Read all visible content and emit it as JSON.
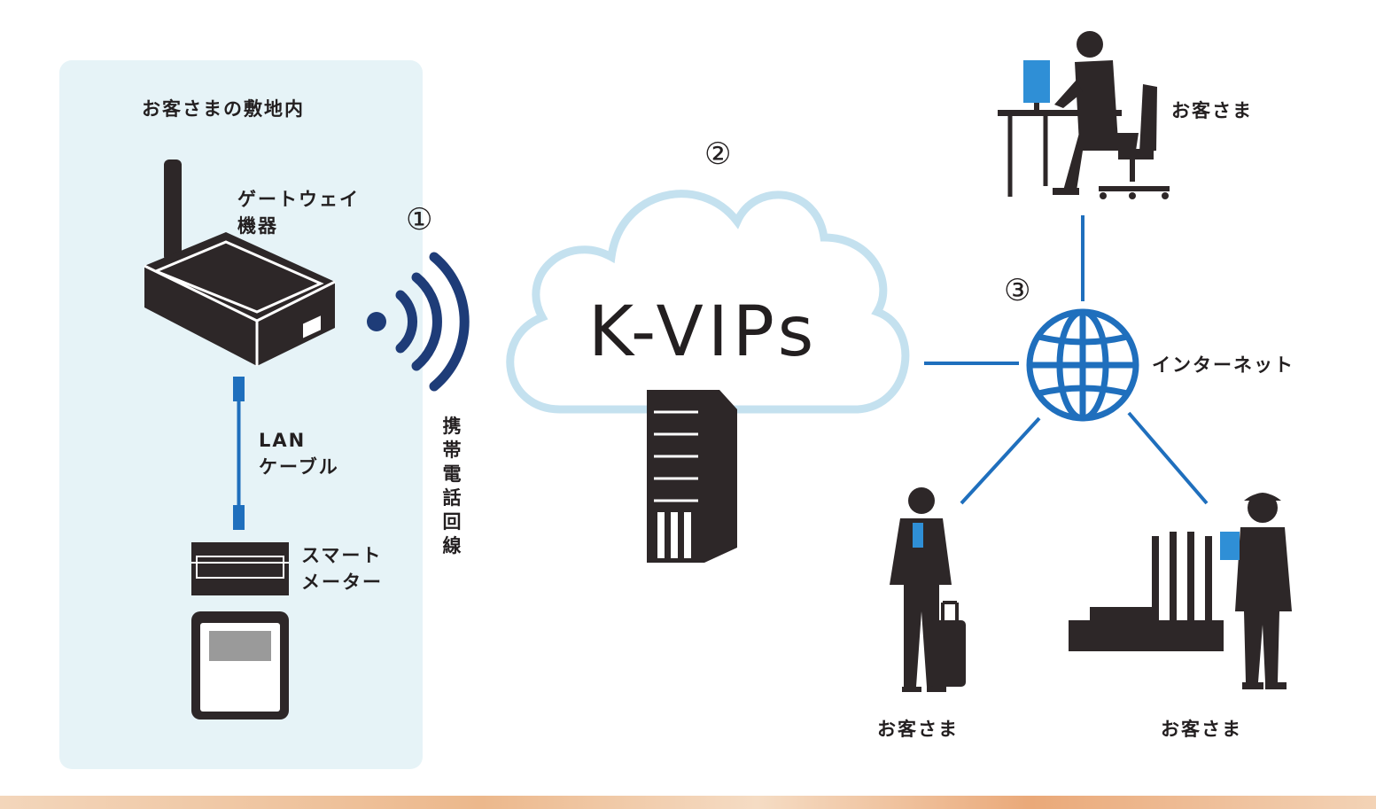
{
  "site": {
    "title": "お客さまの敷地内"
  },
  "gateway": {
    "label_line1": "ゲートウェイ",
    "label_line2": "機器"
  },
  "lan": {
    "label_line1": "LAN",
    "label_line2": "ケーブル"
  },
  "meter": {
    "label_line1": "スマート",
    "label_line2": "メーター"
  },
  "mobile_line": {
    "label": "携帯電話回線"
  },
  "cloud": {
    "name": "K-VIPs"
  },
  "internet": {
    "label": "インターネット"
  },
  "steps": {
    "one": "①",
    "two": "②",
    "three": "③"
  },
  "customers": {
    "desk": "お客さま",
    "traveler": "お客さま",
    "factory": "お客さま"
  },
  "colors": {
    "site_bg": "#e6f3f7",
    "accent_blue": "#1f6fbd",
    "navy": "#1e3c78",
    "cloud_outline": "#c4e1ef",
    "silhouette": "#2d2728",
    "bottom_band": "#f0c8a4"
  }
}
